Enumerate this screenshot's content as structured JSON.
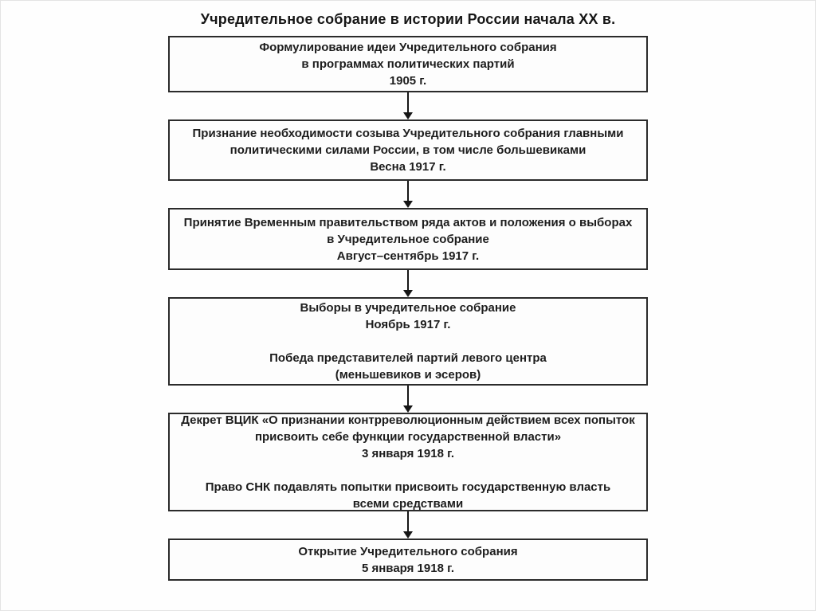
{
  "page": {
    "title": "Учредительное собрание в истории России начала XX в."
  },
  "colors": {
    "box_border": "#2b2b2b",
    "text": "#1d1d1d",
    "arrow": "#161616",
    "background": "#fefefe",
    "frame_border": "#e4e4e4"
  },
  "flowchart": {
    "boxes": [
      {
        "paragraphs": [
          [
            "Формулирование идеи Учредительного собрания",
            "в программах политических партий",
            "1905 г."
          ]
        ]
      },
      {
        "paragraphs": [
          [
            "Признание необходимости созыва Учредительного собрания главными",
            "политическими силами России, в том числе большевиками",
            "Весна 1917 г."
          ]
        ]
      },
      {
        "paragraphs": [
          [
            "Принятие Временным правительством ряда актов и положения о выборах",
            "в Учредительное собрание",
            "Август–сентябрь 1917 г."
          ]
        ]
      },
      {
        "paragraphs": [
          [
            "Выборы в учредительное собрание",
            "Ноябрь 1917 г."
          ],
          [
            "Победа представителей партий левого центра",
            "(меньшевиков и эсеров)"
          ]
        ]
      },
      {
        "paragraphs": [
          [
            "Декрет ВЦИК «О признании контрреволюционным действием всех попыток",
            "присвоить себе функции государственной власти»",
            "3 января 1918 г."
          ],
          [
            "Право СНК подавлять попытки присвоить государственную власть",
            "всеми средствами"
          ]
        ]
      },
      {
        "paragraphs": [
          [
            "Открытие Учредительного собрания",
            "5 января 1918 г."
          ]
        ]
      }
    ]
  }
}
